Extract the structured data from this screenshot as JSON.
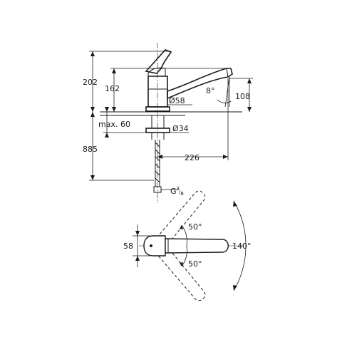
{
  "dimensions": {
    "height_total": "202",
    "height_spout": "162",
    "spout_angle": "8°",
    "spout_height": "108",
    "body_diameter": "Ø58",
    "max_deck": "max. 60",
    "hole_diameter": "Ø34",
    "hose_length": "885",
    "reach": "226",
    "connection_main": "G",
    "connection_num": "3",
    "connection_den": "8",
    "plan_width": "58",
    "angle_upper": "50°",
    "angle_lower": "50°",
    "angle_total": "140°"
  }
}
